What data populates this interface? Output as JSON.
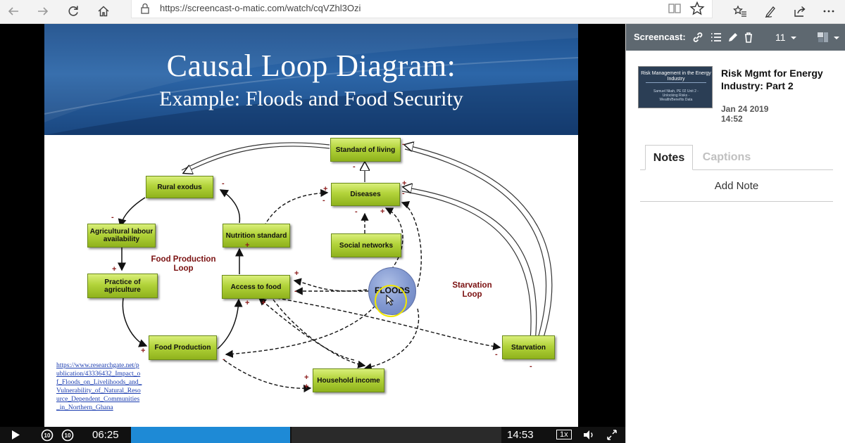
{
  "browser": {
    "url": "https://screencast-o-matic.com/watch/cqVZhl3Ozi",
    "icons": [
      "back-icon",
      "forward-icon",
      "refresh-icon",
      "home-icon",
      "lock-icon",
      "reading-view-icon",
      "favorite-star-icon",
      "favorites-list-icon",
      "pen-icon",
      "share-icon",
      "more-icon"
    ]
  },
  "slide": {
    "title": "Causal Loop Diagram:",
    "subtitle": "Example: Floods and Food Security",
    "nodes": {
      "standard_of_living": "Standard of living",
      "rural_exodus": "Rural exodus",
      "diseases": "Diseases",
      "agricultural_labour": "Agricultural labour availability",
      "nutrition_standard": "Nutrition standard",
      "social_networks": "Social networks",
      "practice_of_agriculture": "Practice of agriculture",
      "access_to_food": "Access to food",
      "floods": "FLOODS",
      "food_production": "Food Production",
      "starvation": "Starvation",
      "household_income": "Household income"
    },
    "loops": {
      "food_production_loop": "Food Production Loop",
      "starvation_loop": "Starvation Loop"
    },
    "reference": "https://www.researchgate.net/publication/43336432_Impact_of_Floods_on_Livelihoods_and_Vulnerability_of_Natural_Resource_Dependent_Communities_in_Northern_Ghana"
  },
  "player": {
    "current_time": "06:25",
    "total_time": "14:53",
    "speed": "1x",
    "progress_fraction": 0.43
  },
  "panel": {
    "brand": "Screencast:",
    "count": "11",
    "video_title": "Risk Mgmt for Energy Industry: Part 2",
    "date": "Jan 24 2019",
    "time": "14:52",
    "thumb_title": "Risk Management in the Energy Industry",
    "thumb_sub": "Samuel Nkah, PE 02 Unit 2 - Unlocking Risks - Wealth/Benefits Data",
    "tabs": [
      "Notes",
      "Captions"
    ],
    "add_note": "Add Note"
  }
}
